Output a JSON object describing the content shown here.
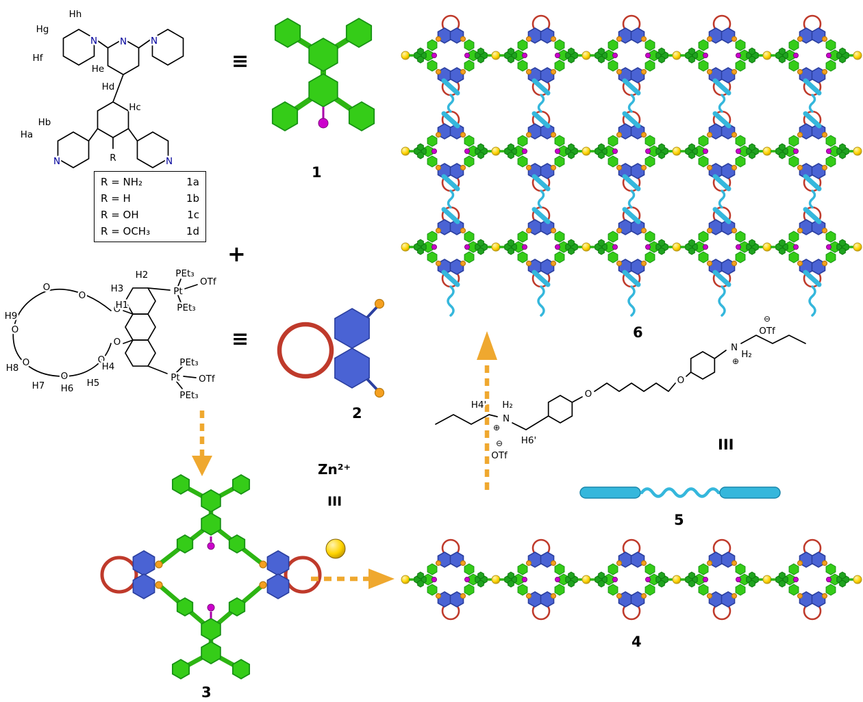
{
  "colors": {
    "cartoon_green": "#35cc18",
    "cartoon_green_dark": "#1fa31f",
    "cartoon_blue": "#4a63d4",
    "ring_red": "#bf3a2b",
    "axle_cyan": "#35b7dc",
    "junction_orange": "#f5a020",
    "stopper_magenta": "#cc00cc",
    "zinc_yellow": "#ffd400",
    "arrow_orange": "#efa82f",
    "nitrogen_blue": "#00009b"
  },
  "symbols": {
    "equivalent": "≡",
    "plus": "+"
  },
  "structure1": {
    "protons": {
      "ha": "Ha",
      "hb": "Hb",
      "hc": "Hc",
      "hd": "Hd",
      "he": "He",
      "hf": "Hf",
      "hg": "Hg",
      "hh": "Hh"
    },
    "nitrogen": "N",
    "r_group": "R",
    "legend": {
      "rows": [
        {
          "formula": "R = NH₂",
          "id": "1a"
        },
        {
          "formula": "R = H",
          "id": "1b"
        },
        {
          "formula": "R = OH",
          "id": "1c"
        },
        {
          "formula": "R = OCH₃",
          "id": "1d"
        }
      ]
    }
  },
  "cartoon1": {
    "label": "1"
  },
  "structure2": {
    "protons": {
      "h1": "H1",
      "h2": "H2",
      "h3": "H3",
      "h4": "H4",
      "h5": "H5",
      "h6": "H6",
      "h7": "H7",
      "h8": "H8",
      "h9": "H9"
    },
    "oxygen": "O",
    "platinum": "Pt",
    "phosphine": "PEt₃",
    "triflate": "OTf"
  },
  "cartoon2": {
    "label": "2"
  },
  "macrocycle3": {
    "label": "3"
  },
  "conditions": {
    "zinc": "Zn²⁺",
    "ammonium_guest": "III"
  },
  "polymer4": {
    "label": "4"
  },
  "guest_iii": {
    "label": "III",
    "h4prime": "H4'",
    "h6prime": "H6'",
    "nitrogen": "N",
    "h2": "H₂",
    "oxygen": "O",
    "triflate": "OTf",
    "plus_charge": "⊕",
    "minus_charge": "⊖"
  },
  "axle5": {
    "label": "5"
  },
  "network6": {
    "label": "6"
  }
}
